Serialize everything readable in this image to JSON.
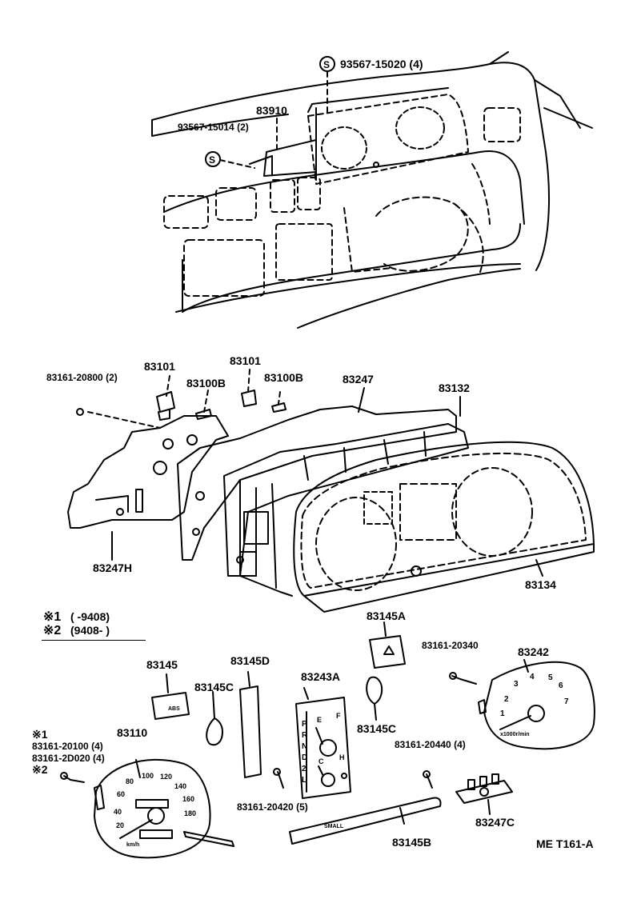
{
  "labels": {
    "p93567_15020": "93567-15020 (4)",
    "p83910": "83910",
    "p93567_15014": "93567-15014 (2)",
    "p83161_20800": "83161-20800 (2)",
    "p83101_a": "83101",
    "p83101_b": "83101",
    "p83100b_a": "83100B",
    "p83100b_b": "83100B",
    "p83247": "83247",
    "p83132": "83132",
    "p83247h": "83247H",
    "p83134": "83134",
    "p83145a": "83145A",
    "p83242": "83242",
    "p83161_20340": "83161-20340",
    "p83145": "83145",
    "p83145d": "83145D",
    "p83243a": "83243A",
    "p83145c_a": "83145C",
    "p83145c_b": "83145C",
    "p83161_20440": "83161-20440 (4)",
    "p83110": "83110",
    "p83161_20100": "83161-20100 (4)",
    "p83161_2d020": "83161-2D020 (4)",
    "p83161_20420": "83161-20420 (5)",
    "p83145b": "83145B",
    "p83247c": "83247C",
    "mark1": "※1",
    "mark2": "※2"
  },
  "notes": {
    "n1_mark": "※1",
    "n1_text": "(      -9408)",
    "n2_mark": "※2",
    "n2_text": "(9408-      )"
  },
  "symbols": {
    "s_symbol_a": "S",
    "s_symbol_b": "S"
  },
  "gauges": {
    "speedo_ticks": [
      "20",
      "40",
      "60",
      "80",
      "100",
      "120",
      "140",
      "160",
      "180"
    ],
    "speedo_unit": "km/h",
    "tacho_ticks": [
      "1",
      "2",
      "3",
      "4",
      "5",
      "6",
      "7"
    ],
    "tacho_unit": "x1000r/min",
    "gear_letters": [
      "P",
      "R",
      "N",
      "D",
      "2",
      "L"
    ],
    "fuel_e": "E",
    "fuel_f": "F",
    "temp_c": "C",
    "temp_h": "H",
    "strip_text": "SMALL",
    "plate_text": "ABS"
  },
  "reference": "ME  T161-A"
}
